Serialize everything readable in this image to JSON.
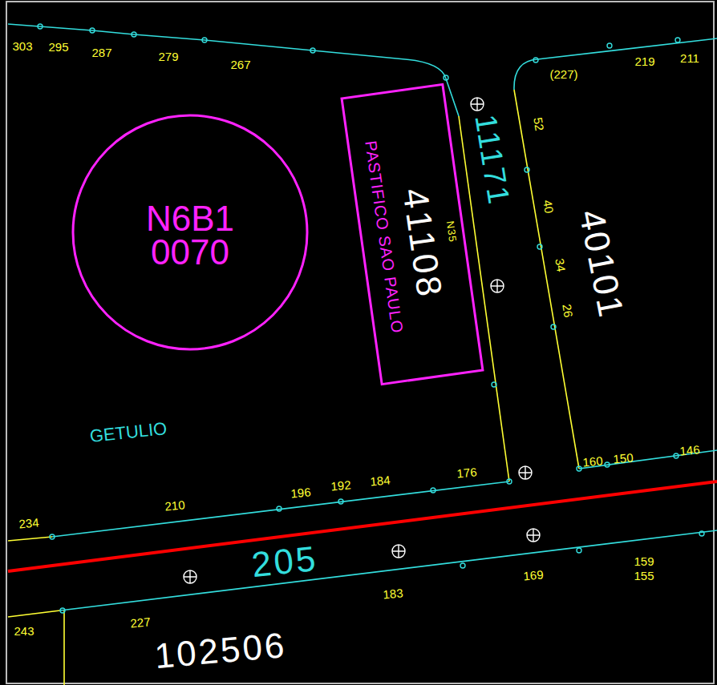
{
  "diagram": {
    "nodes": [
      {
        "text": [
          "N6B1",
          "0070"
        ]
      },
      {
        "text": [
          "PASTIFICO SAO PAULO",
          "41108",
          "N35"
        ]
      }
    ],
    "labels": [
      "303",
      "295",
      "287",
      "279",
      "267",
      "(227)",
      "219",
      "211",
      "11171",
      "52",
      "40",
      "34",
      "26",
      "40101",
      "GETULIO",
      "160",
      "150",
      "146",
      "234",
      "210",
      "196",
      "192",
      "184",
      "176",
      "205",
      "183",
      "169",
      "159",
      "155",
      "243",
      "227",
      "102506"
    ]
  }
}
